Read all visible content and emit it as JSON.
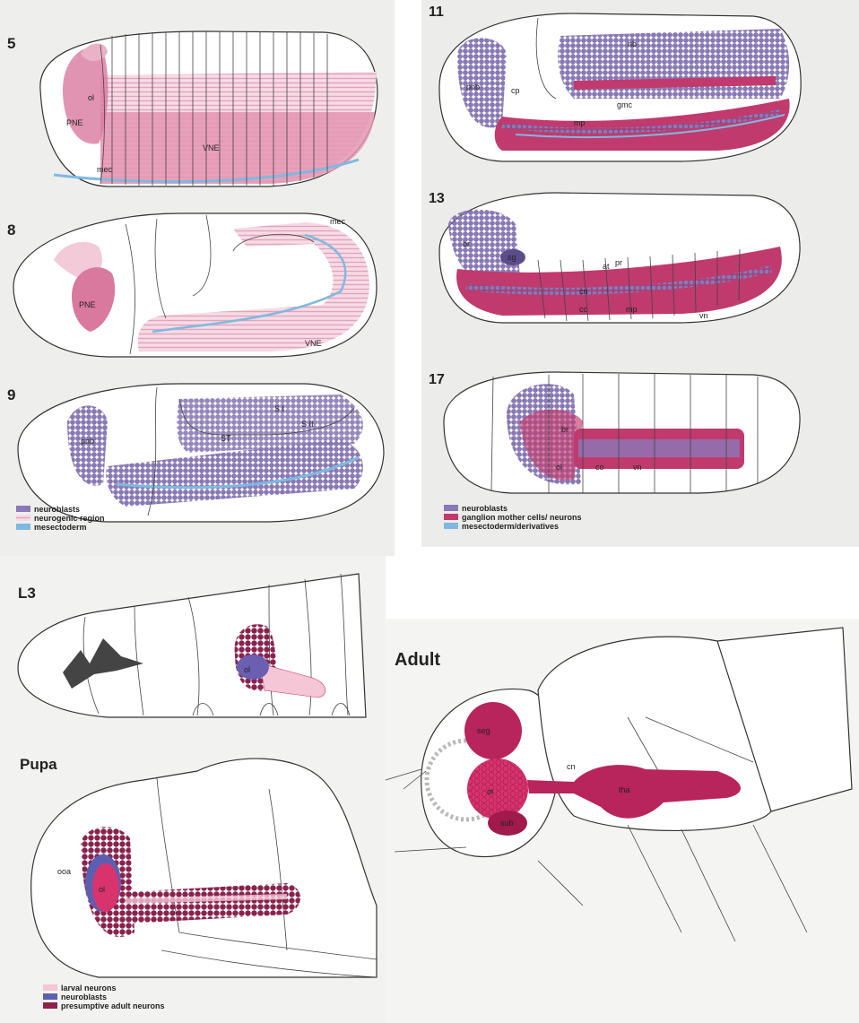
{
  "colors": {
    "neuroblast": "#8a78b8",
    "neurogenic": "#e0a0b8",
    "ganglion": "#c03a6e",
    "mesectoderm": "#7fb9e0",
    "larval_neuron": "#f4c6d6",
    "adult_presumptive": "#8e1f4e",
    "adult_brain": "#b8245c"
  },
  "stages": {
    "s5": {
      "number": "5",
      "labels": {
        "ol": "ol",
        "pne": "PNE",
        "vne": "VNE",
        "mec": "mec"
      }
    },
    "s8": {
      "number": "8",
      "labels": {
        "pne": "PNE",
        "vne": "VNE",
        "mec": "mec"
      }
    },
    "s9": {
      "number": "9",
      "labels": {
        "pnb": "pnb",
        "si": "S I",
        "sii": "S II",
        "st": "ST"
      }
    },
    "s11": {
      "number": "11",
      "labels": {
        "pnb": "pnb",
        "cp": "cp",
        "nb": "nb",
        "gmc": "gmc",
        "mp": "mp"
      }
    },
    "s13": {
      "number": "13",
      "labels": {
        "br": "br",
        "sg": "sg",
        "at": "at",
        "pr": "pr",
        "cn": "cn",
        "cc": "cc",
        "mp": "mp",
        "vn": "vn"
      }
    },
    "s17": {
      "number": "17",
      "labels": {
        "br": "br",
        "ol": "ol",
        "co": "co",
        "vn": "vn"
      }
    },
    "l3": {
      "number": "L3",
      "labels": {
        "ol": "ol"
      }
    },
    "pupa": {
      "number": "Pupa",
      "labels": {
        "ooa": "ooa",
        "ol": "ol"
      }
    },
    "adult": {
      "number": "Adult",
      "labels": {
        "seg": "seg",
        "ol": "ol",
        "sub": "sub",
        "cn": "cn",
        "tha": "tha"
      }
    }
  },
  "legends": {
    "embryo_early": [
      "neuroblasts",
      "neurogenic region",
      "mesectoderm"
    ],
    "embryo_late": [
      "neuroblasts",
      "ganglion mother cells/ neurons",
      "mesectoderm/derivatives"
    ],
    "postembryonic": [
      "larval neurons",
      "neuroblasts",
      "presumptive adult neurons"
    ]
  }
}
